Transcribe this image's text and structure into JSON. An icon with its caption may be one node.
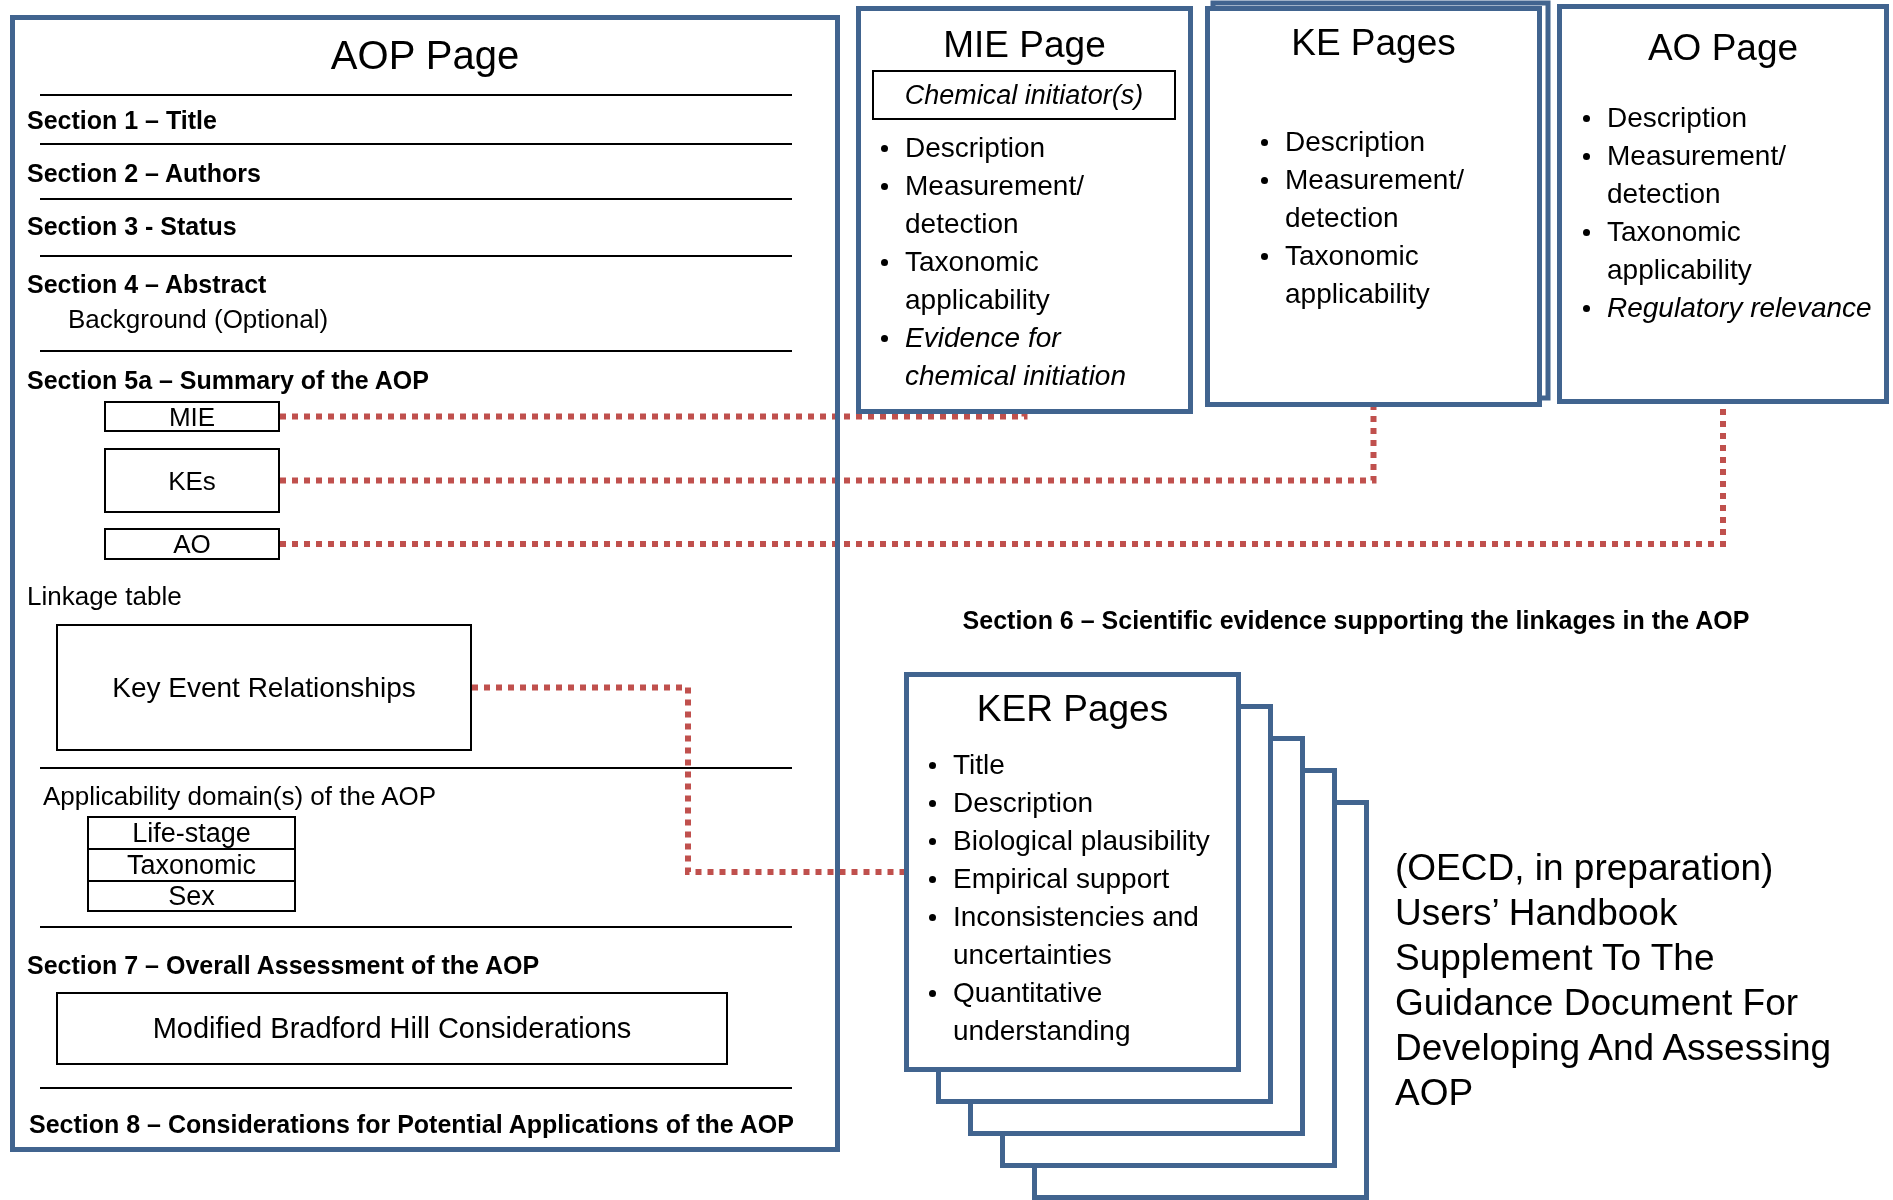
{
  "diagram": {
    "nodes": [
      {
        "text": [
          "AOP Page"
        ]
      },
      {
        "text": [
          "MIE"
        ],
        "in": 0
      },
      {
        "text": [
          "KEs"
        ],
        "in": 0
      },
      {
        "text": [
          "AO"
        ],
        "in": 0
      },
      {
        "text": [
          "Key Event Relationships"
        ],
        "in": 0
      },
      {
        "text": [
          "Life-stage"
        ],
        "in": 0
      },
      {
        "text": [
          "Taxonomic"
        ],
        "in": 0
      },
      {
        "text": [
          "Sex"
        ],
        "in": 0
      },
      {
        "text": [
          "Modified Bradford Hill Considerations"
        ],
        "in": 0
      },
      {
        "text": [
          "MIE Page",
          "Description",
          "Measurement/ detection",
          "Taxonomic applicability",
          "Evidence for chemical initiation"
        ]
      },
      {
        "text": [
          "Chemical initiator(s)"
        ],
        "in": 9
      },
      {
        "text": [
          "KE Pages",
          "Description",
          "Measurement/ detection",
          "Taxonomic applicability"
        ]
      },
      {
        "text": [
          "AO Page",
          "Description",
          "Measurement/ detection",
          "Taxonomic applicability",
          "Regulatory relevance"
        ]
      },
      {
        "text": [
          "KER Pages",
          "Title",
          "Description",
          "Biological plausibility",
          "Empirical support",
          "Inconsistencies and uncertainties",
          "Quantitative understanding"
        ]
      }
    ],
    "edges": [
      {
        "from": 1,
        "to": 9,
        "arrow": "none",
        "style": "dashed"
      },
      {
        "from": 2,
        "to": 11,
        "arrow": "none",
        "style": "dashed"
      },
      {
        "from": 3,
        "to": 12,
        "arrow": "none",
        "style": "dashed"
      },
      {
        "from": 4,
        "to": 13,
        "arrow": "none",
        "style": "dashed"
      }
    ],
    "labels": [
      "Section 1 – Title",
      "Section 2 – Authors",
      "Section 3 - Status",
      "Section 4 – Abstract",
      "Background (Optional)",
      "Section 5a – Summary of the AOP",
      "Linkage table",
      "Applicability domain(s) of the AOP",
      "Section 7 – Overall Assessment of the AOP",
      "Section 8 – Considerations for Potential Applications of the AOP",
      "Section 6 – Scientific evidence supporting the linkages in the AOP",
      "(OECD, in preparation) Users’ Handbook Supplement To The Guidance Document For Developing And Assessing AOP"
    ]
  }
}
